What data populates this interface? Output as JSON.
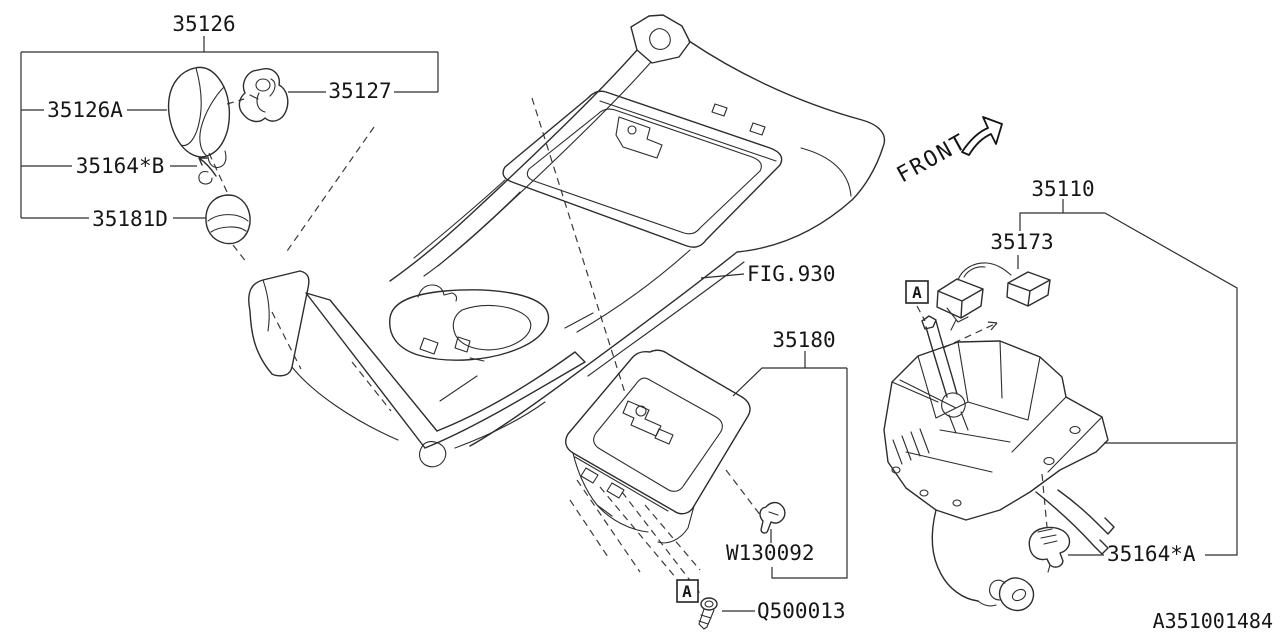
{
  "doc": {
    "drawing_number": "A351001484"
  },
  "annotations": {
    "front_indicator": "FRONT",
    "marker_a": "A",
    "figure_reference": "FIG.930"
  },
  "parts": {
    "knob_group": "35126",
    "knob": "35126A",
    "knob_insert": "35127",
    "spring_pin_b": "35164*B",
    "boot": "35181D",
    "selector_assembly": "35110",
    "connector": "35173",
    "indicator_plate": "35180",
    "clip": "W130092",
    "screw": "Q500013",
    "spring_pin_a": "35164*A"
  }
}
